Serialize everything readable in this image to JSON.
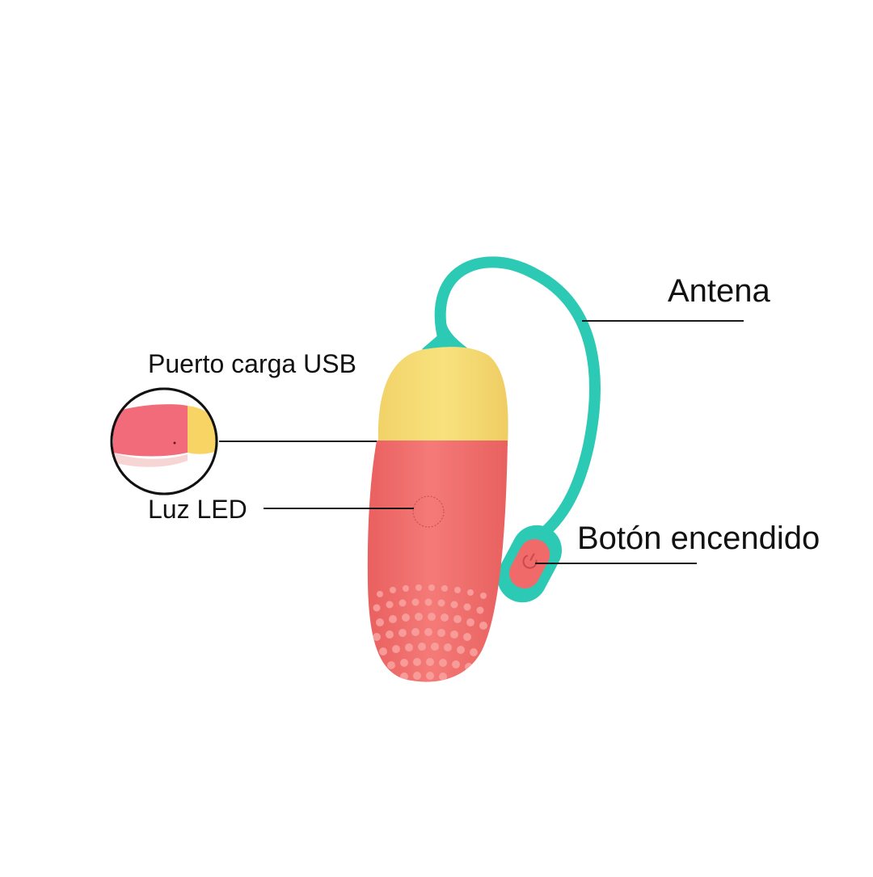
{
  "labels": {
    "antena": "Antena",
    "usb_port": "Puerto carga USB",
    "led": "Luz LED",
    "power_button": "Botón encendido"
  },
  "colors": {
    "body_coral": "#f47a78",
    "cap_yellow": "#f7e07c",
    "antenna_teal": "#2cc9b4",
    "leader_line": "#1a1a1a",
    "text": "#111111"
  },
  "icons": {
    "power": "power-icon"
  }
}
